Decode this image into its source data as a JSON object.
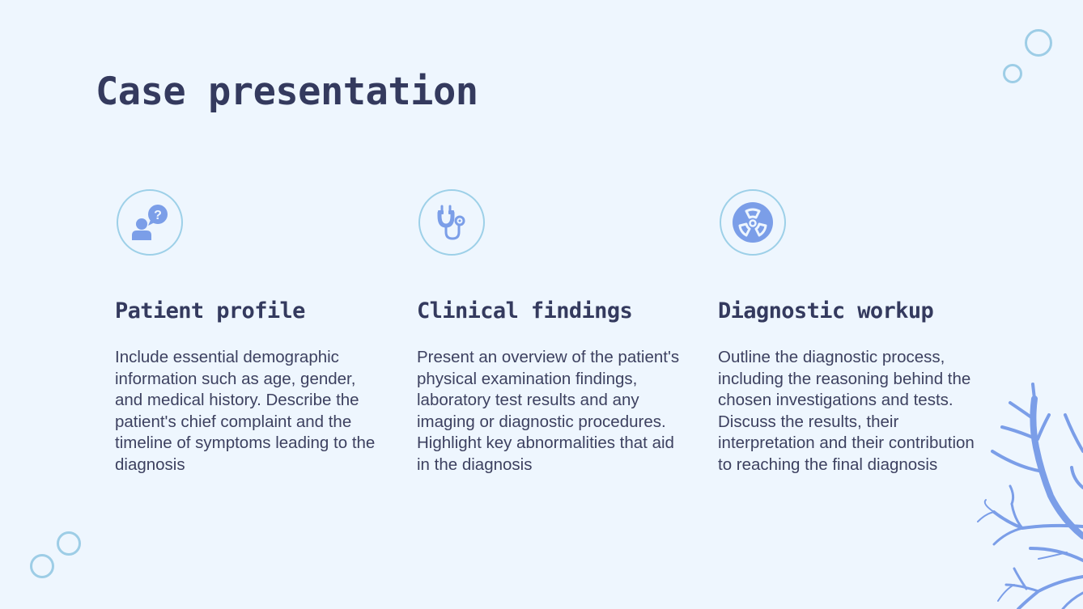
{
  "slide": {
    "title": "Case presentation",
    "colors": {
      "background": "#eef6fe",
      "text": "#343a5e",
      "accent": "#7b9ee8",
      "outline": "#9dd0e8"
    }
  },
  "columns": [
    {
      "icon": "patient-question-icon",
      "heading": "Patient profile",
      "body": "Include essential demographic information such as age, gender, and medical history. Describe the patient's chief complaint and the timeline of symptoms leading to the diagnosis"
    },
    {
      "icon": "stethoscope-icon",
      "heading": "Clinical findings",
      "body": "Present an overview of the patient's physical examination findings, laboratory test results and any imaging or diagnostic procedures. Highlight key abnormalities that aid in the diagnosis"
    },
    {
      "icon": "radiation-icon",
      "heading": "Diagnostic workup",
      "body": "Outline the diagnostic process, including the reasoning behind the chosen investigations and tests. Discuss the results, their interpretation and their contribution to reaching the final diagnosis"
    }
  ],
  "decorations": {
    "top_right": "bubbles",
    "bottom_left": "bubbles",
    "bottom_right": "blood-vessel-branches"
  }
}
